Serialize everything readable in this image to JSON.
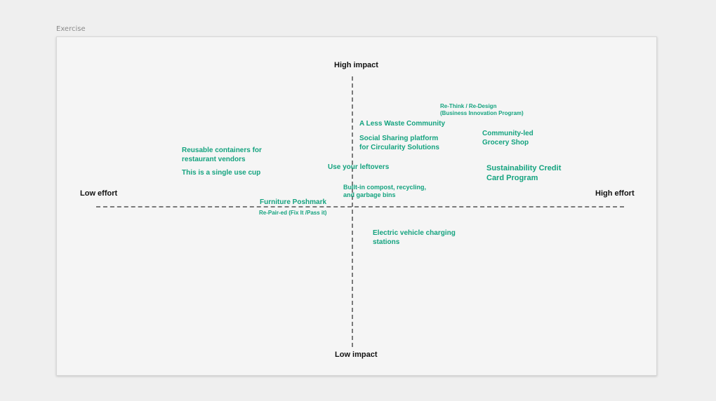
{
  "frame": {
    "label": "Exercise"
  },
  "axes": {
    "top": "High impact",
    "bottom": "Low impact",
    "left": "Low effort",
    "right": "High effort"
  },
  "notes": {
    "rethink": "Re-Think / Re-Design\n(Business Innovation Program)",
    "less_waste": "A Less Waste Community",
    "social_sharing": "Social Sharing platform\nfor Circularity Solutions",
    "community_grocery": "Community-led\nGrocery Shop",
    "reusable_containers": "Reusable containers for\nrestaurant vendors",
    "single_use_cup": "This is a single use cup",
    "use_leftovers": "Use your leftovers",
    "sustainability_credit": "Sustainability Credit\nCard Program",
    "compost_bins": "Built-in compost, recycling,\nand garbage bins",
    "furniture_poshmark": "Furniture Poshmark",
    "repair": "Re-Pair-ed (Fix It /Pass it)",
    "ev_charging": "Electric vehicle charging\nstations"
  },
  "colors": {
    "note_text": "#14a37f",
    "axis_line": "#7a7a7a",
    "frame_bg": "#f5f5f5",
    "page_bg": "#efefef"
  }
}
